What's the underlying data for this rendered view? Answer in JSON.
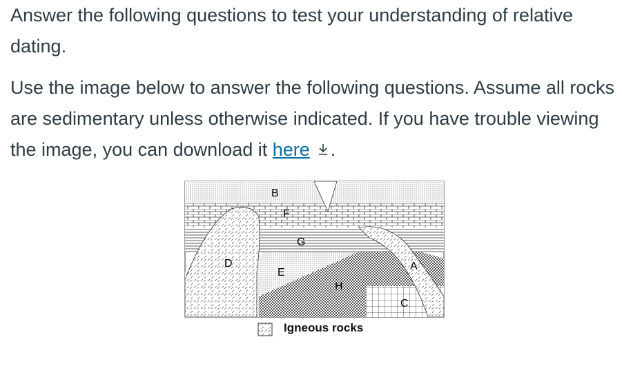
{
  "intro": {
    "text": "Answer the following questions to test your understanding of relative dating."
  },
  "instructions": {
    "text_before_link": "Use the image below to answer the following questions. Assume all rocks are sedimentary unless otherwise indicated. If you have trouble viewing the image, you can download it ",
    "link_text": "here",
    "text_after_link": ".",
    "link_icon": "download-icon"
  },
  "figure": {
    "layer_labels": {
      "A": "A",
      "B": "B",
      "C": "C",
      "D": "D",
      "E": "E",
      "F": "F",
      "G": "G",
      "H": "H"
    },
    "legend_label": "Igneous rocks"
  },
  "colors": {
    "link": "#0770a3",
    "text": "#2d3b45"
  }
}
